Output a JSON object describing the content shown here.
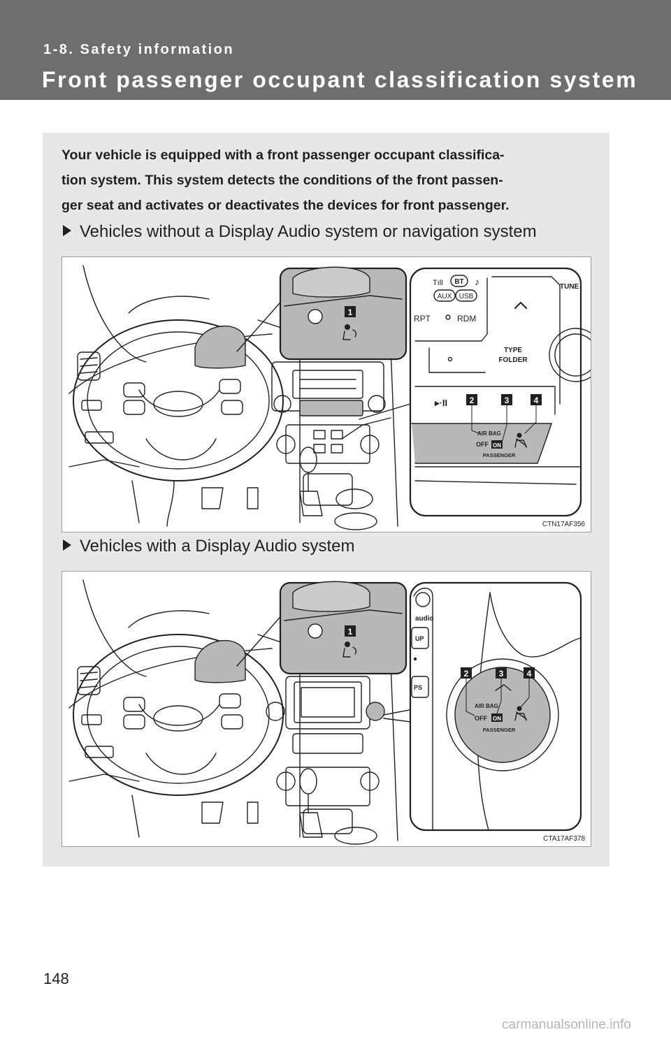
{
  "header": {
    "section": "1-8. Safety information",
    "title": "Front passenger occupant classification system"
  },
  "intro": {
    "lines": [
      "Your vehicle is equipped with a front passenger occupant classifica-",
      "tion system. This system detects the conditions of the front passen-",
      "ger seat and activates or deactivates the devices for front passenger."
    ]
  },
  "figures": [
    {
      "caption": "Vehicles without a Display Audio system or navigation system",
      "code": "CTN17AF356",
      "callouts": [
        "1",
        "2",
        "3",
        "4"
      ],
      "labels": {
        "airbag": "AIR BAG",
        "off": "OFF",
        "on": "ON",
        "passenger": "PASSENGER",
        "tune": "TUNE",
        "type": "TYPE",
        "folder": "FOLDER",
        "rpt": "RPT",
        "rdm": "RDM",
        "aux": "AUX",
        "usb": "USB",
        "bt": "BT",
        "play_pause": "▸·II"
      }
    },
    {
      "caption": "Vehicles with a Display Audio system",
      "code": "CTA17AF378",
      "callouts": [
        "1",
        "2",
        "3",
        "4"
      ],
      "labels": {
        "airbag": "AIR BAG",
        "off": "OFF",
        "on": "ON",
        "passenger": "PASSENGER",
        "audio": "audio",
        "up": "UP",
        "ps": "PS"
      }
    }
  ],
  "page_number": "148",
  "watermark": "carmanualsonline.info"
}
